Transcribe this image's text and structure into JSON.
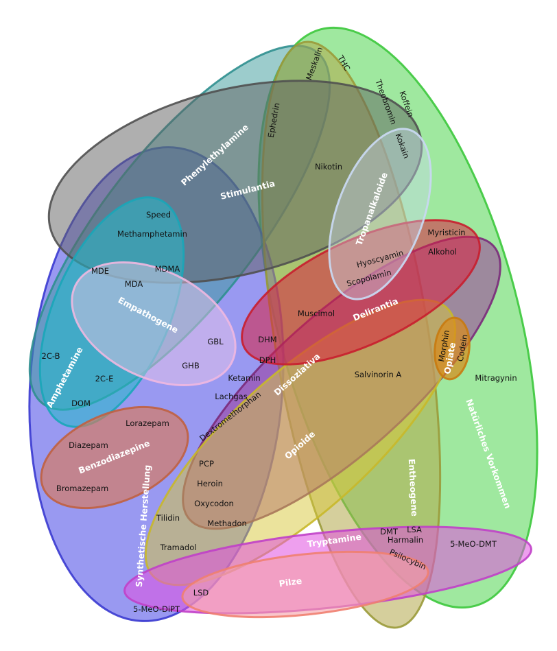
{
  "categories": {
    "natuerlich": {
      "label": "Natürliches Vorkommen",
      "fill": "#5fd85f",
      "stroke": "#3cc83c"
    },
    "synthetisch": {
      "label": "Synthetische Herstellung",
      "fill": "#5555e8",
      "stroke": "#3a3ad0"
    },
    "phenylethylamine": {
      "label": "Phenylethylamine",
      "fill": "#3a9a9a",
      "stroke": "#2f8f8f"
    },
    "stimulantia": {
      "label": "Stimulantia",
      "fill": "#5f5f5f",
      "stroke": "#505050"
    },
    "entheogene": {
      "label": "Entheogene",
      "fill": "#b2a84a",
      "stroke": "#9a9a3a"
    },
    "tropanalkaloide": {
      "label": "Tropanalkaloide",
      "fill": "#c8d8f0",
      "stroke": "#c8d8f0"
    },
    "amphetamine": {
      "label": "Amphetamine",
      "fill": "#22b8c8",
      "stroke": "#1aa6b8"
    },
    "empathogene": {
      "label": "Empathogene",
      "fill": "#f0c8e8",
      "stroke": "#f0b8e0"
    },
    "delirantia": {
      "label": "Delirantia",
      "fill": "#d82040",
      "stroke": "#c81e2e"
    },
    "dissoziativa": {
      "label": "Dissoziativa",
      "fill": "#9a3a9a",
      "stroke": "#7a2a7a"
    },
    "opioide": {
      "label": "Opioide",
      "fill": "#d8c83a",
      "stroke": "#c8b82a"
    },
    "opiate": {
      "label": "Opiate",
      "fill": "#d88a1a",
      "stroke": "#c87a10"
    },
    "benzodiazepine": {
      "label": "Benzodiazepine",
      "fill": "#d87a5a",
      "stroke": "#c06040"
    },
    "tryptamine": {
      "label": "Tryptamine",
      "fill": "#e050e0",
      "stroke": "#c040c8"
    },
    "pilze": {
      "label": "Pilze",
      "fill": "#f5a0a8",
      "stroke": "#f08070"
    }
  },
  "substances": {
    "meskalin": "Meskalin",
    "thc": "THC",
    "theobromin": "Theobromin",
    "koffein": "Koffein",
    "ephedrin": "Ephedrin",
    "kokain": "Kokain",
    "nikotin": "Nikotin",
    "speed": "Speed",
    "methamphetamin": "Methamphetamin",
    "mde": "MDE",
    "mdma": "MDMA",
    "mda": "MDA",
    "myristicin": "Myristicin",
    "alkohol": "Alkohol",
    "hyoscyamin": "Hyoscyamin",
    "scopolamin": "Scopolamin",
    "muscimol": "Muscimol",
    "gbl": "GBL",
    "ghb": "GHB",
    "dhm": "DHM",
    "dph": "DPH",
    "2cb": "2C-B",
    "2ce": "2C-E",
    "dom": "DOM",
    "ketamin": "Ketamin",
    "lachgas": "Lachgas",
    "dextromethorphan": "Dextromethorphan",
    "salvinorin": "Salvinorin A",
    "morphin": "Morphin",
    "codein": "Codein",
    "mitragynin": "Mitragynin",
    "lorazepam": "Lorazepam",
    "diazepam": "Diazepam",
    "bromazepam": "Bromazepam",
    "pcp": "PCP",
    "heroin": "Heroin",
    "oxycodon": "Oxycodon",
    "methadon": "Methadon",
    "tilidin": "Tilidin",
    "tramadol": "Tramadol",
    "dmt": "DMT",
    "lsa": "LSA",
    "harmalin": "Harmalin",
    "psilocybin": "Psilocybin",
    "meodmt": "5-MeO-DMT",
    "meodipt": "5-MeO-DiPT",
    "lsd": "LSD"
  }
}
